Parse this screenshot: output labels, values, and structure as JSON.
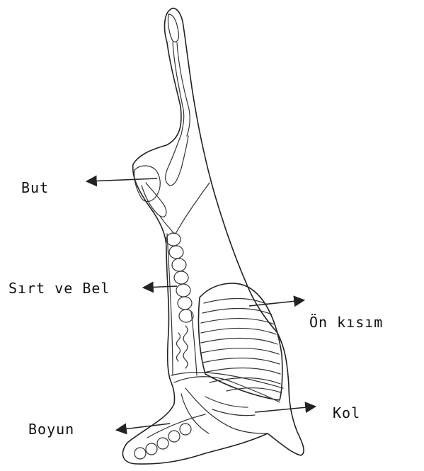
{
  "labels": {
    "but": "But",
    "sirt_ve_bel": "Sırt ve Bel",
    "on_kisim": "Ön kısım",
    "kol": "Kol",
    "boyun": "Boyun"
  },
  "colors": {
    "ink": "#222222",
    "background": "#ffffff"
  }
}
